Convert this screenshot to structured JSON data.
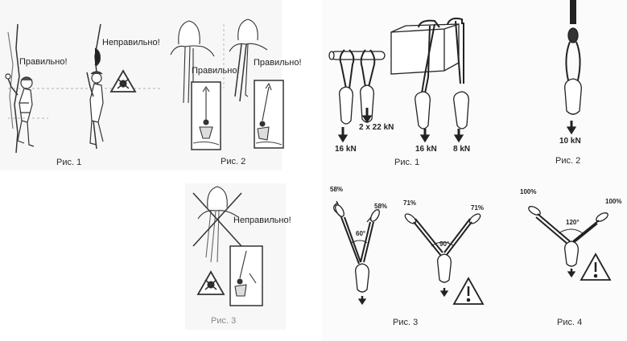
{
  "left": {
    "fig1": {
      "caption": "Рис. 1",
      "correct": "Правильно!",
      "wrong": "Неправильно!"
    },
    "fig2": {
      "caption": "Рис. 2",
      "correct_left": "Правильно!",
      "correct_right": "Правильно!"
    },
    "fig3": {
      "caption": "Рис. 3",
      "wrong": "Неправильно!"
    }
  },
  "right": {
    "fig1": {
      "caption": "Рис. 1",
      "load_a": "16 kN",
      "load_b": "2 x 22 kN",
      "load_c": "16 kN",
      "load_d": "8 kN"
    },
    "fig2": {
      "caption": "Рис. 2",
      "load": "10 kN"
    },
    "fig3": {
      "caption": "Рис. 3",
      "left_pct_a": "58%",
      "left_pct_b": "58%",
      "left_angle": "60°",
      "right_pct_a": "71%",
      "right_pct_b": "71%",
      "right_angle": "90°"
    },
    "fig4": {
      "caption": "Рис. 4",
      "pct_a": "100%",
      "pct_b": "100%",
      "angle": "120°"
    }
  }
}
